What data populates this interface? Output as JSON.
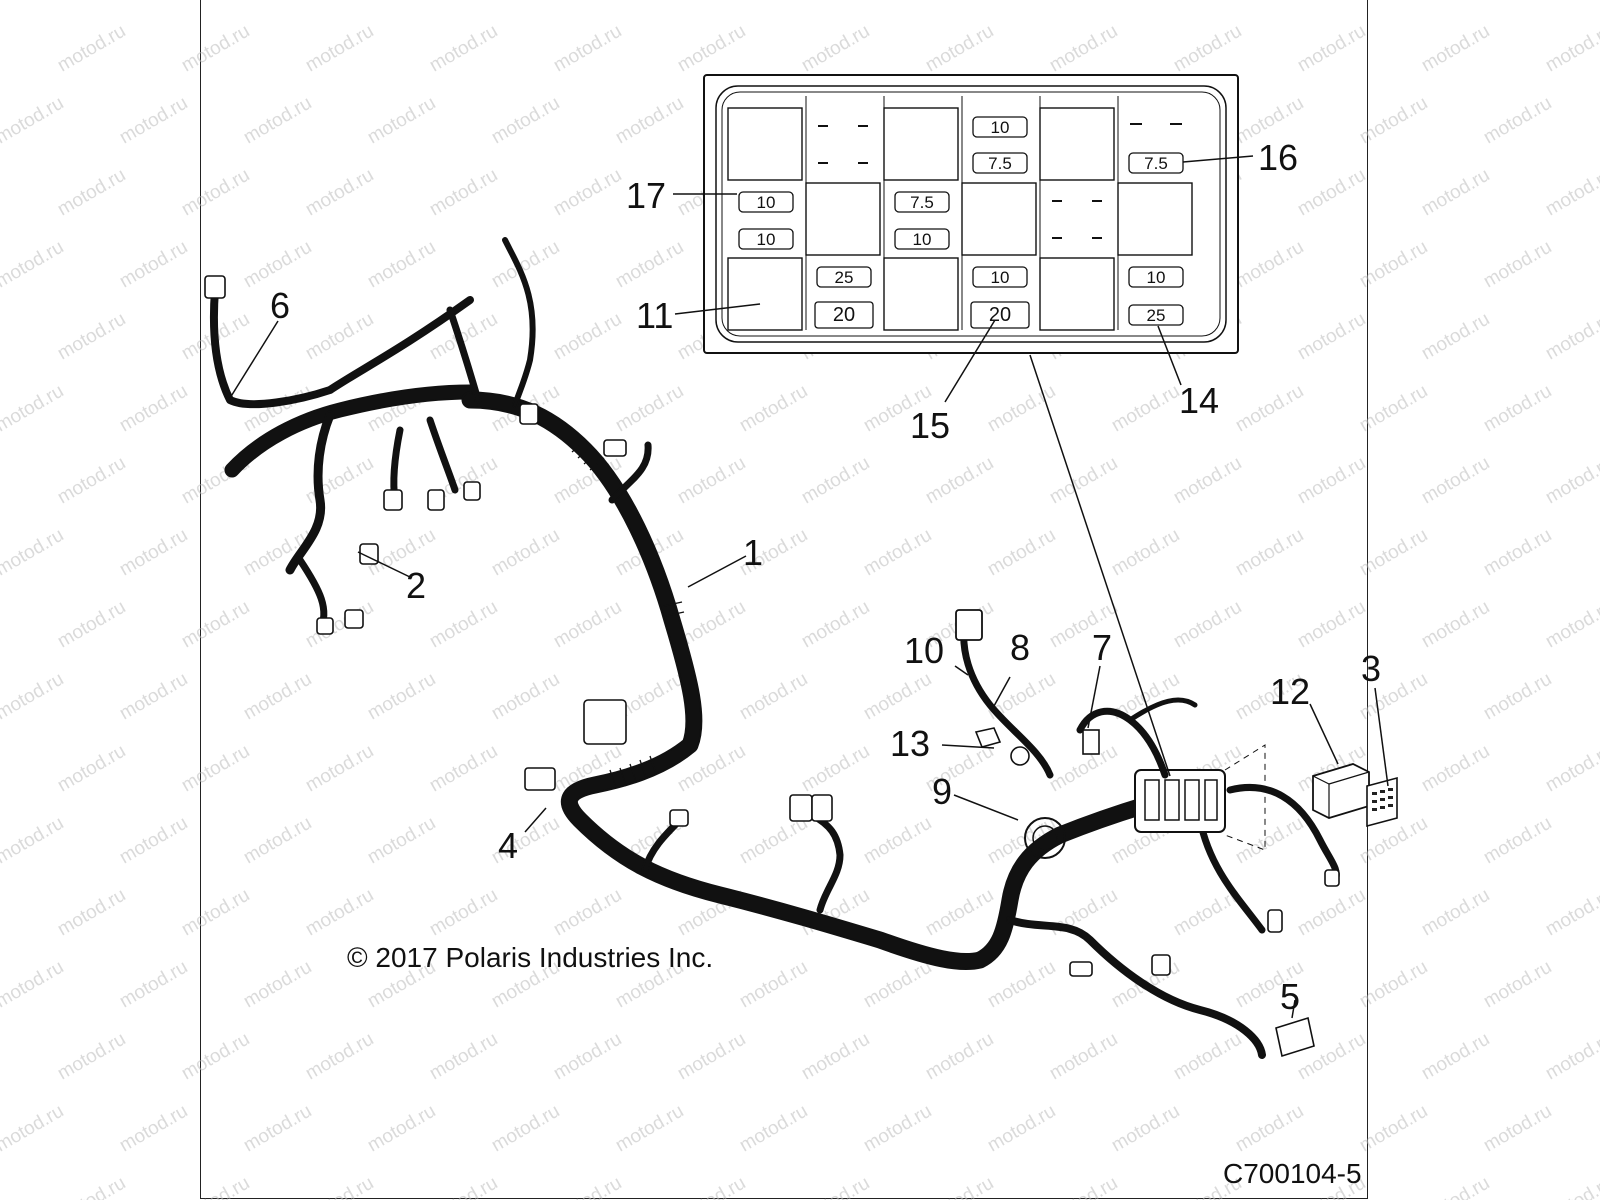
{
  "diagram": {
    "copyright": "© 2017 Polaris Industries Inc.",
    "drawing_id": "C700104-5",
    "watermark": "motod.ru",
    "callouts": [
      "1",
      "2",
      "3",
      "4",
      "5",
      "6",
      "7",
      "8",
      "9",
      "10",
      "11",
      "12",
      "13",
      "14",
      "15",
      "16",
      "17"
    ],
    "fuse_box": {
      "fuses": [
        "10",
        "7.5",
        "7.5",
        "10",
        "10",
        "7.5",
        "10",
        "25",
        "10",
        "10",
        "20",
        "20",
        "25"
      ]
    }
  }
}
